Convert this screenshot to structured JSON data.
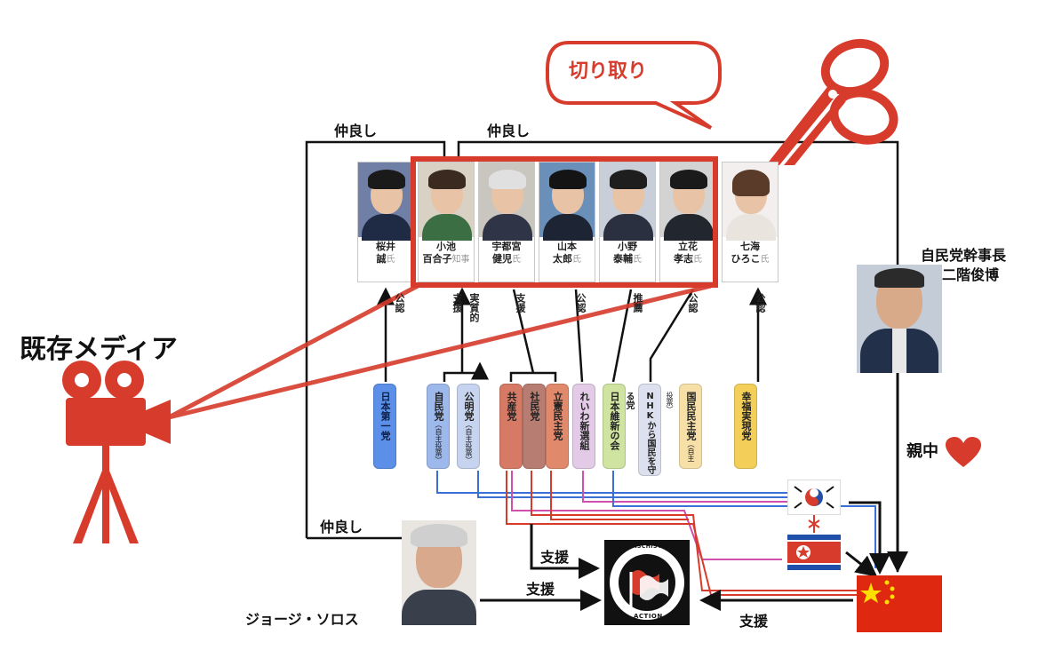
{
  "scissors_callout": "切り取り",
  "friends_label": "仲良し",
  "media_label": "既存メディア",
  "nikai": {
    "line1": "自民党幹事長",
    "line2": "二階俊博"
  },
  "pro_china": "親中",
  "soros": "ジョージ・ソロス",
  "support_label": "支援",
  "antifa": {
    "top": "ANTIFASCHISTISCHE",
    "bottom": "ACTION"
  },
  "cards": [
    {
      "l1": "桜井",
      "l2": "誠",
      "suffix": "氏"
    },
    {
      "l1": "小池",
      "l2": "百合子",
      "suffix": "知事"
    },
    {
      "l1": "宇都宮",
      "l2": "健児",
      "suffix": "氏"
    },
    {
      "l1": "山本",
      "l2": "太郎",
      "suffix": "氏"
    },
    {
      "l1": "小野",
      "l2": "泰輔",
      "suffix": "氏"
    },
    {
      "l1": "立花",
      "l2": "孝志",
      "suffix": "氏"
    },
    {
      "l1": "七海",
      "l2": "ひろこ",
      "suffix": "氏"
    }
  ],
  "links": {
    "sakurai": "公認",
    "koike_a": "支援",
    "koike_b": "実質的",
    "utsunomiya": "支援",
    "yamamoto": "公認",
    "ono": "推薦",
    "tachibana": "公認",
    "nanami": "公認"
  },
  "parties": [
    {
      "name": "日本第一党",
      "sub": ""
    },
    {
      "name": "自民党",
      "sub": "（自主投票）"
    },
    {
      "name": "公明党",
      "sub": "（自主投票）"
    },
    {
      "name": "共産党",
      "sub": ""
    },
    {
      "name": "社民党",
      "sub": ""
    },
    {
      "name": "立憲民主党",
      "sub": ""
    },
    {
      "name": "れいわ新選組",
      "sub": ""
    },
    {
      "name": "日本維新の会",
      "sub": ""
    },
    {
      "name": "NHKから国民を守る党",
      "sub": ""
    },
    {
      "name": "国民民主党",
      "sub": "（自主投票）"
    },
    {
      "name": "幸福実現党",
      "sub": ""
    }
  ],
  "colors": {
    "accent_red": "#d63b2c",
    "line_blue": "#3a6fd8",
    "line_pink": "#d050b0",
    "line_red": "#d63b2c"
  }
}
